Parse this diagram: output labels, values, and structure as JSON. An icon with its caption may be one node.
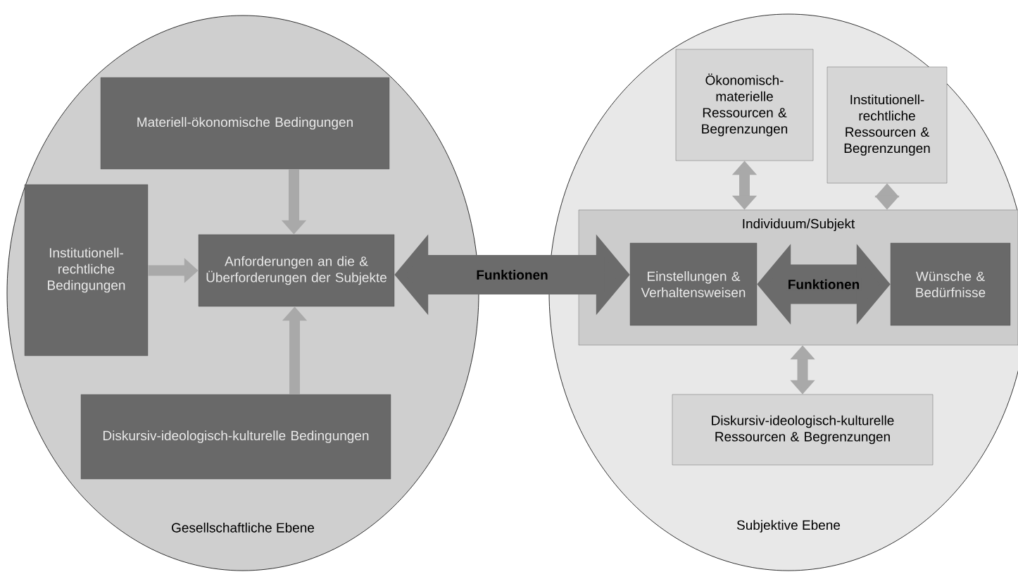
{
  "diagram": {
    "nodes": [
      {
        "text": [
          "Gesellschaftliche Ebene"
        ]
      },
      {
        "text": [
          "Materiell-ökonomische Bedingungen"
        ],
        "in": 0
      },
      {
        "text": [
          "Institutionell-rechtliche Bedingungen"
        ],
        "in": 0
      },
      {
        "text": [
          "Anforderungen an die & Überforderungen der Subjekte"
        ],
        "in": 0
      },
      {
        "text": [
          "Diskursiv-ideologisch-kulturelle Bedingungen"
        ],
        "in": 0
      },
      {
        "text": [
          "Subjektive Ebene"
        ]
      },
      {
        "text": [
          "Ökonomisch-materielle Ressourcen & Begrenzungen"
        ],
        "in": 5
      },
      {
        "text": [
          "Institutionell-rechtliche Ressourcen & Begrenzungen"
        ],
        "in": 5
      },
      {
        "text": [
          "Individuum/Subjekt"
        ],
        "in": 5
      },
      {
        "text": [
          "Einstellungen & Verhaltensweisen"
        ],
        "in": 8
      },
      {
        "text": [
          "Wünsche & Bedürfnisse"
        ],
        "in": 8
      },
      {
        "text": [
          "Diskursiv-ideologisch-kulturelle Ressourcen & Begrenzungen"
        ],
        "in": 5
      }
    ],
    "edges": [
      {
        "from": 1,
        "to": 3,
        "arrow": "to"
      },
      {
        "from": 2,
        "to": 3,
        "arrow": "to"
      },
      {
        "from": 4,
        "to": 3,
        "arrow": "to"
      },
      {
        "from": 3,
        "to": 9,
        "arrow": "both",
        "label": "Funktionen",
        "style": "thick",
        "color": "#6b6b6b"
      },
      {
        "from": 9,
        "to": 10,
        "arrow": "both",
        "label": "Funktionen",
        "style": "thick",
        "color": "#6b6b6b"
      },
      {
        "from": 6,
        "to": 8,
        "arrow": "both"
      },
      {
        "from": 7,
        "to": 8,
        "arrow": "both"
      },
      {
        "from": 8,
        "to": 11,
        "arrow": "both"
      }
    ]
  }
}
